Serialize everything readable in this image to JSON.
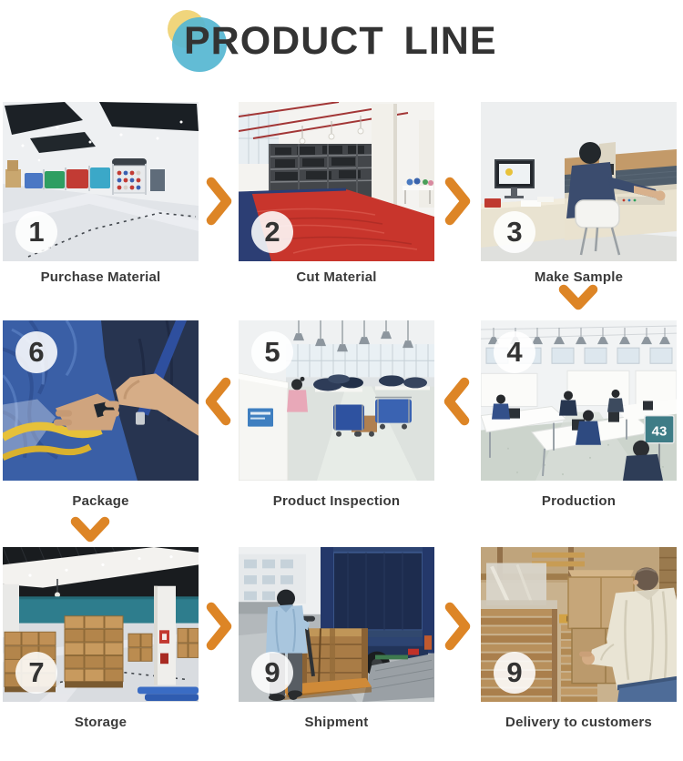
{
  "header": {
    "title": "PRODUCT LINE"
  },
  "colors": {
    "accent_arrow": "#DD8526",
    "title_text": "#333333",
    "label_text": "#3A3A3A",
    "title_teal_circle": "#56B7D2",
    "title_yellow_circle": "#F0D57C",
    "badge_background": "#FFFFFF",
    "badge_number": "#333333"
  },
  "flow": {
    "row1_direction": "right",
    "row2_direction": "left",
    "row3_direction": "right",
    "down_arrow_after": [
      "Make Sample",
      "Package"
    ]
  },
  "rows": [
    {
      "cells": [
        {
          "number": "1",
          "label": "Purchase Material",
          "photo": "fabric-roll-warehouse"
        },
        {
          "number": "2",
          "label": "Cut Material",
          "photo": "red-fabric-cutting-table"
        },
        {
          "number": "3",
          "label": "Make Sample",
          "photo": "operator-at-sample-cutting-machine"
        }
      ]
    },
    {
      "cells": [
        {
          "number": "6",
          "label": "Package",
          "photo": "hands-tying-package"
        },
        {
          "number": "5",
          "label": "Product Inspection",
          "photo": "inspection-hall-with-carts"
        },
        {
          "number": "4",
          "label": "Production",
          "photo": "sewing-workshop",
          "sign_text": "43"
        }
      ]
    },
    {
      "cells": [
        {
          "number": "7",
          "label": "Storage",
          "photo": "carton-box-warehouse"
        },
        {
          "number": "9",
          "label": "Shipment",
          "photo": "loading-crate-into-truck"
        },
        {
          "number": "9",
          "label": "Delivery to customers",
          "photo": "man-carrying-boxes"
        }
      ]
    }
  ]
}
